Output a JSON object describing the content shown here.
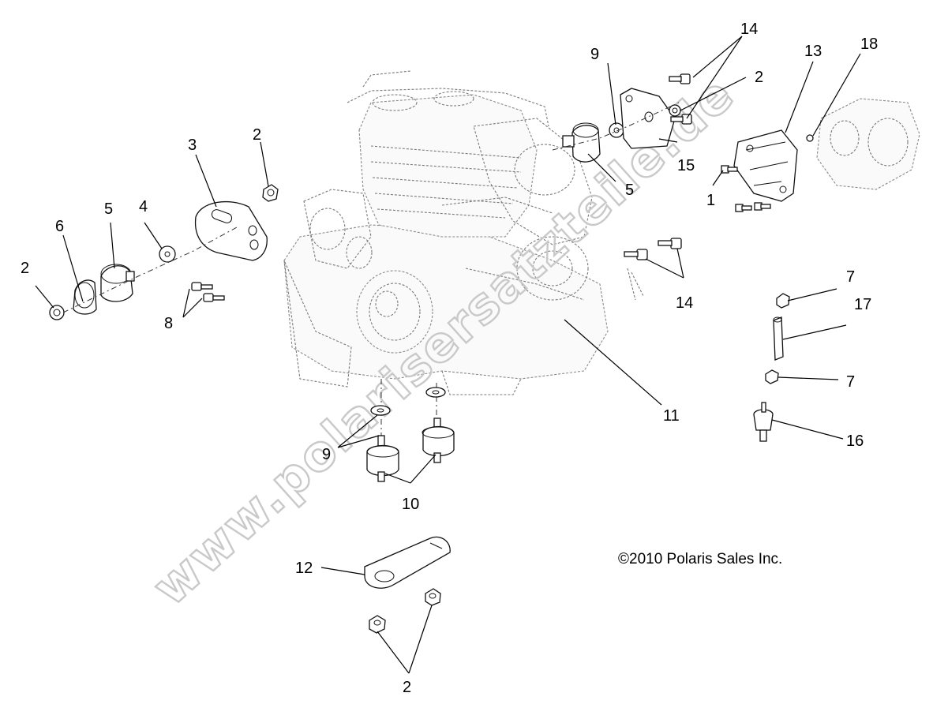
{
  "callouts": {
    "c2_left": "2",
    "c6": "6",
    "c5_left": "5",
    "c4": "4",
    "c3": "3",
    "c2_upper": "2",
    "c8": "8",
    "c9_top": "9",
    "c14_top": "14",
    "c2_topright": "2",
    "c13": "13",
    "c18": "18",
    "c15": "15",
    "c5_right": "5",
    "c1": "1",
    "c14_mid": "14",
    "c7_top": "7",
    "c17": "17",
    "c7_bottom": "7",
    "c16": "16",
    "c11": "11",
    "c9_bottom": "9",
    "c10": "10",
    "c12": "12",
    "c2_bottom": "2"
  },
  "copyright": "©2010  Polaris Sales Inc.",
  "watermark": "www.polarisersatzteile.de",
  "colors": {
    "line": "#111111",
    "engine": "#7a7a7a",
    "watermark": "#c9c9c9",
    "background": "#ffffff"
  }
}
